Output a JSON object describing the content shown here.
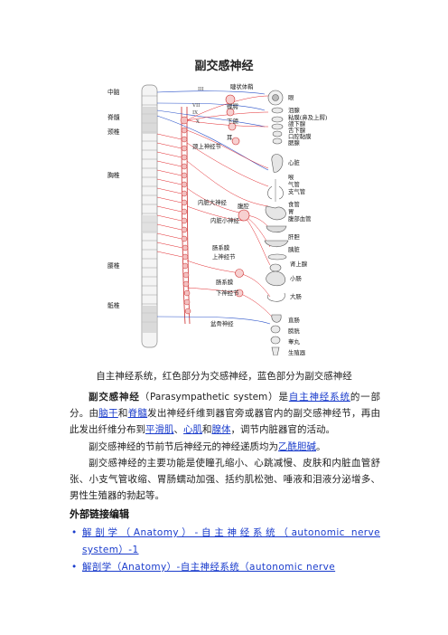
{
  "article": {
    "title": "副交感神经",
    "caption": "自主神经系统，红色部分为交感神经，蓝色部分为副交感神经",
    "p1": {
      "term": "副交感神经",
      "eng": "（Parasympathetic system）是",
      "link_ans": "自主神经系统",
      "t1": "的一部分。由",
      "link_brainstem": "脑干",
      "t2": "和",
      "link_spinal": "脊髓",
      "t3": "发出神经纤维到器官旁或器官内的副交感神经节，再由此发出纤维分布到",
      "link_smooth": "平滑肌",
      "t4": "、",
      "link_cardiac": "心肌",
      "t5": "和",
      "link_gland": "腺体",
      "t6": "，调节内脏器官的活动。"
    },
    "p2": {
      "t1": "副交感神经的节前节后神经元的神经递质均为",
      "link_ach": "乙酰胆碱",
      "t2": "。"
    },
    "p3": "副交感神经的主要功能是使瞳孔缩小、心跳减慢、皮肤和内脏血管舒张、小支气管收缩、胃肠蠕动加强、括约肌松弛、唾液和泪液分泌增多、男性生殖器的勃起等。",
    "external_heading": "外部链接编辑",
    "external_links": [
      "解剖学（Anatomy）-自主神经系统（autonomic nerve system）-1",
      "解剖学（Anatomy）-自主神经系统（autonomic nerve"
    ]
  },
  "diagram": {
    "left_labels": [
      "中脑",
      "脊髓",
      "颈椎",
      "胸椎",
      "腰椎",
      "骶椎"
    ],
    "roman_numerals": [
      "III",
      "VII",
      "IX",
      "X"
    ],
    "ganglion_labels": [
      "睫状体鞘",
      "蝶腭",
      "下颌",
      "耳",
      "颈上神经节",
      "内脏大神经",
      "腹腔",
      "内脏小神经",
      "肠系膜",
      "上神经节",
      "肠系膜",
      "下神经节",
      "盆骨神经"
    ],
    "organ_labels": [
      "眼",
      "泪腺",
      "粘膜(鼻及上腭)",
      "颌下腺",
      "舌下腺",
      "口腔黏膜",
      "腮腺",
      "心脏",
      "喉",
      "气管",
      "支气管",
      "食管",
      "胃",
      "腹部血管",
      "肝胆",
      "胰脏",
      "肾上腺",
      "小肠",
      "大肠",
      "直肠",
      "膀胱",
      "睾丸",
      "生殖器"
    ],
    "colors": {
      "sympathetic": "#e2262b",
      "parasympathetic": "#2a52c9",
      "chain": "#cc2a2a"
    }
  }
}
